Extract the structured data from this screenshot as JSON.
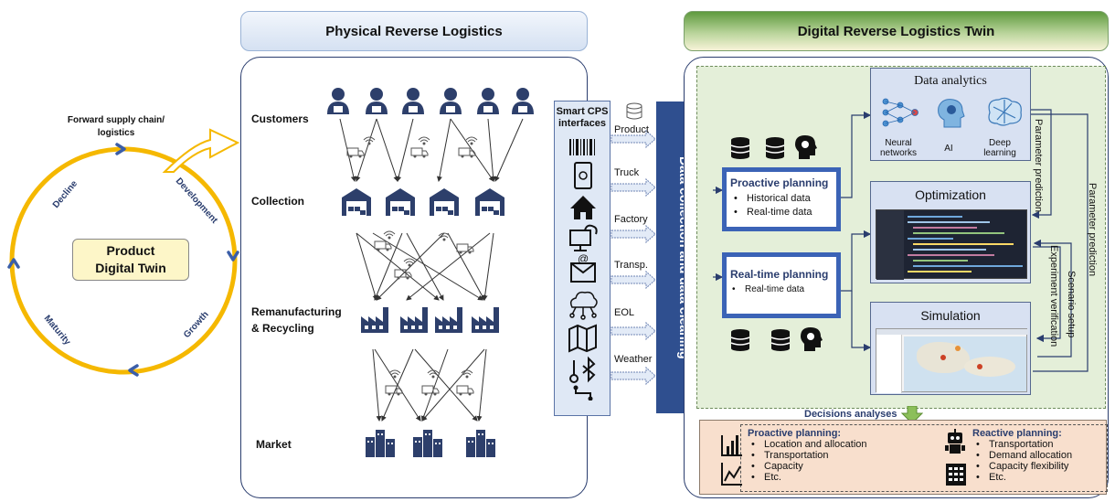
{
  "left": {
    "forward_line1": "Forward supply chain/",
    "forward_line2": "logistics",
    "product_line1": "Product",
    "product_line2": "Digital Twin",
    "stage_decline": "Decline",
    "stage_development": "Development",
    "stage_maturity": "Maturity",
    "stage_growth": "Growth"
  },
  "physical": {
    "header": "Physical Reverse Logistics",
    "customers": "Customers",
    "collection": "Collection",
    "reman_line1": "Remanufacturing",
    "reman_line2": "& Recycling",
    "market": "Market"
  },
  "cps": {
    "title_line1": "Smart CPS",
    "title_line2": "interfaces",
    "arrows": [
      "Product",
      "Truck",
      "Factory",
      "Transp.",
      "EOL",
      "Weather"
    ]
  },
  "data_collection": "Data collection and data cleaning",
  "digital": {
    "header": "Digital Reverse Logistics Twin",
    "proactive": {
      "title": "Proactive planning",
      "items": [
        "Historical data",
        "Real-time data"
      ]
    },
    "realtime": {
      "title": "Real-time planning",
      "items": [
        "Real-time data"
      ]
    },
    "analytics": {
      "title": "Data analytics",
      "neural_line1": "Neural",
      "neural_line2": "networks",
      "ai": "AI",
      "deep_line1": "Deep",
      "deep_line2": "learning"
    },
    "optimization": "Optimization",
    "simulation": "Simulation",
    "side_labels": {
      "param1": "Parameter prediction",
      "param2": "Parameter prediction",
      "experiment": "Experiment verification",
      "scenario": "Scenario setup"
    },
    "decisions_label": "Decisions analyses"
  },
  "decisions": {
    "proactive_title": "Proactive planning:",
    "proactive_items": [
      "Location and allocation",
      "Transportation",
      "Capacity",
      "Etc."
    ],
    "reactive_title": "Reactive planning:",
    "reactive_items": [
      "Transportation",
      "Demand allocation",
      "Capacity flexibility",
      "Etc."
    ]
  },
  "colors": {
    "ring": "#f5b800",
    "ring_chevron": "#3b5ea8",
    "navy": "#2f4f8f",
    "plan_border": "#3b63b6",
    "green_zone": "#e4efd9",
    "decision_bg": "#f8dfcd"
  }
}
